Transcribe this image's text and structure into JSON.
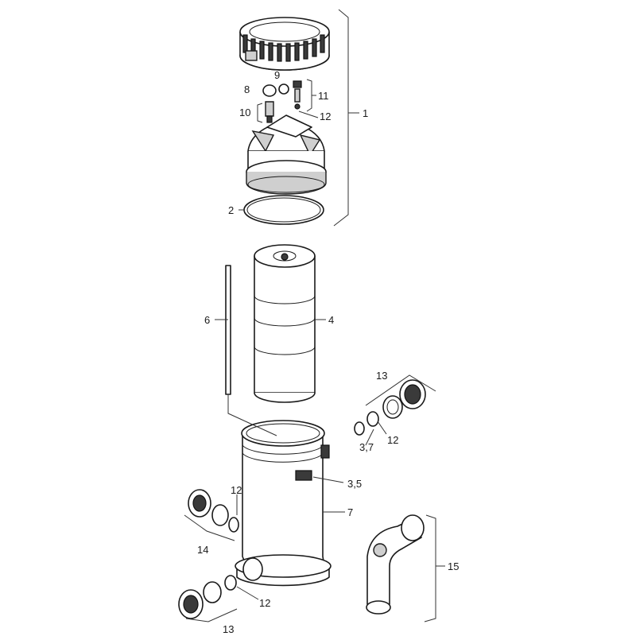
{
  "callouts": [
    {
      "id": "c1",
      "text": "1"
    },
    {
      "id": "c2",
      "text": "2"
    },
    {
      "id": "c3_5",
      "text": "3,5"
    },
    {
      "id": "c3_7",
      "text": "3,7"
    },
    {
      "id": "c4",
      "text": "4"
    },
    {
      "id": "c6",
      "text": "6"
    },
    {
      "id": "c7",
      "text": "7"
    },
    {
      "id": "c8",
      "text": "8"
    },
    {
      "id": "c9",
      "text": "9"
    },
    {
      "id": "c10",
      "text": "10"
    },
    {
      "id": "c11",
      "text": "11"
    },
    {
      "id": "c12a",
      "text": "12"
    },
    {
      "id": "c12b",
      "text": "12"
    },
    {
      "id": "c12c",
      "text": "12"
    },
    {
      "id": "c12d",
      "text": "12"
    },
    {
      "id": "c13a",
      "text": "13"
    },
    {
      "id": "c13b",
      "text": "13"
    },
    {
      "id": "c14",
      "text": "14"
    },
    {
      "id": "c15",
      "text": "15"
    }
  ]
}
